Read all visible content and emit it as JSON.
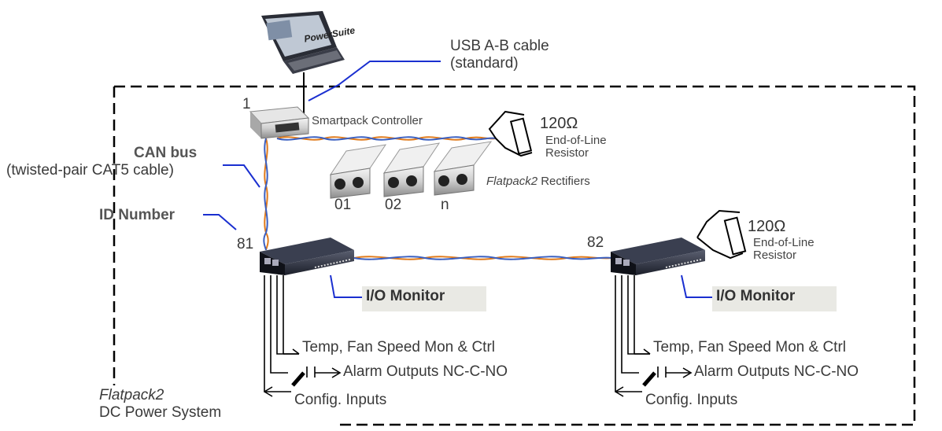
{
  "laptop": {
    "brand": "PowerSuite"
  },
  "usb": {
    "line1": "USB A-B cable",
    "line2": "(standard)"
  },
  "controller": {
    "id": "1",
    "label": "Smartpack Controller"
  },
  "can_bus": {
    "title": "CAN bus",
    "subtitle": "(twisted-pair CAT5 cable)"
  },
  "id_number": {
    "title": "ID Number"
  },
  "resistor_top": {
    "value": "120Ω",
    "line1": "End-of-Line",
    "line2": "Resistor"
  },
  "resistor_right": {
    "value": "120Ω",
    "line1": "End-of-Line",
    "line2": "Resistor"
  },
  "rectifiers": {
    "brand": "Flatpack2",
    "label": "Rectifiers",
    "units": [
      "01",
      "02",
      "n"
    ]
  },
  "io_left": {
    "id": "81",
    "label": "I/O Monitor",
    "temp": "Temp, Fan Speed Mon & Ctrl",
    "alarm": "Alarm Outputs NC-C-NO",
    "config": "Config. Inputs"
  },
  "io_right": {
    "id": "82",
    "label": "I/O Monitor",
    "temp": "Temp, Fan Speed Mon & Ctrl",
    "alarm": "Alarm Outputs NC-C-NO",
    "config": "Config. Inputs"
  },
  "system": {
    "brand": "Flatpack2",
    "name": "DC Power System"
  },
  "colors": {
    "cable_orange": "#e07a1a",
    "cable_blue": "#3a5fc0",
    "leader_blue": "#1a2fd0",
    "border": "#000000"
  }
}
